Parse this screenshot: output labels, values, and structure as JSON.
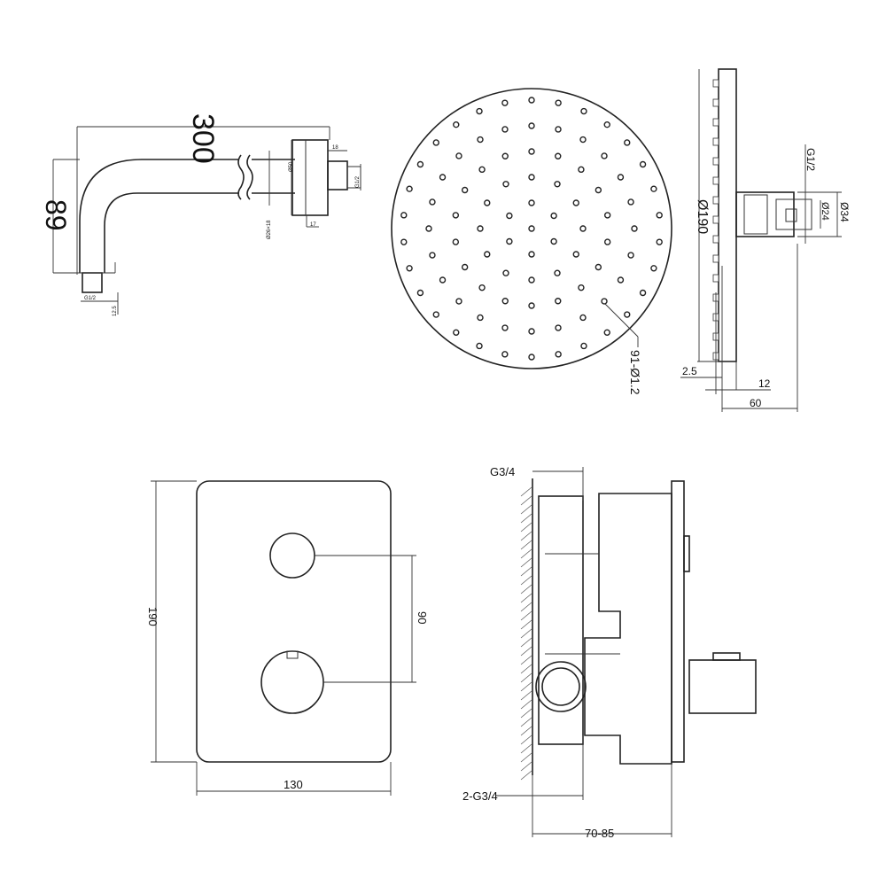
{
  "shower_arm": {
    "length_label": "300",
    "drop_label": "89",
    "flange_dia_label": "Ø50",
    "pipe_dia_label": "Ø26×18",
    "wall_thread_label": "G1/2",
    "outlet_thread_label": "G1/2",
    "flange_depth_label": "18",
    "flange_offset_label": "17",
    "outlet_length_label": "12.5"
  },
  "shower_head": {
    "nozzles_label": "91-Ø1.2",
    "nozzle_count": 91
  },
  "shower_head_side": {
    "diameter_label": "Ø190",
    "thread_label": "G1/2",
    "inner_dia_label": "Ø24",
    "outer_dia_label": "Ø34",
    "thickness_label": "2.5",
    "plate_label": "12",
    "depth_label": "60"
  },
  "valve_front": {
    "height_label": "190",
    "knob_spacing_label": "90",
    "width_label": "130"
  },
  "valve_side": {
    "inlet_label": "G3/4",
    "outlets_label": "2-G3/4",
    "depth_label": "70-85"
  }
}
